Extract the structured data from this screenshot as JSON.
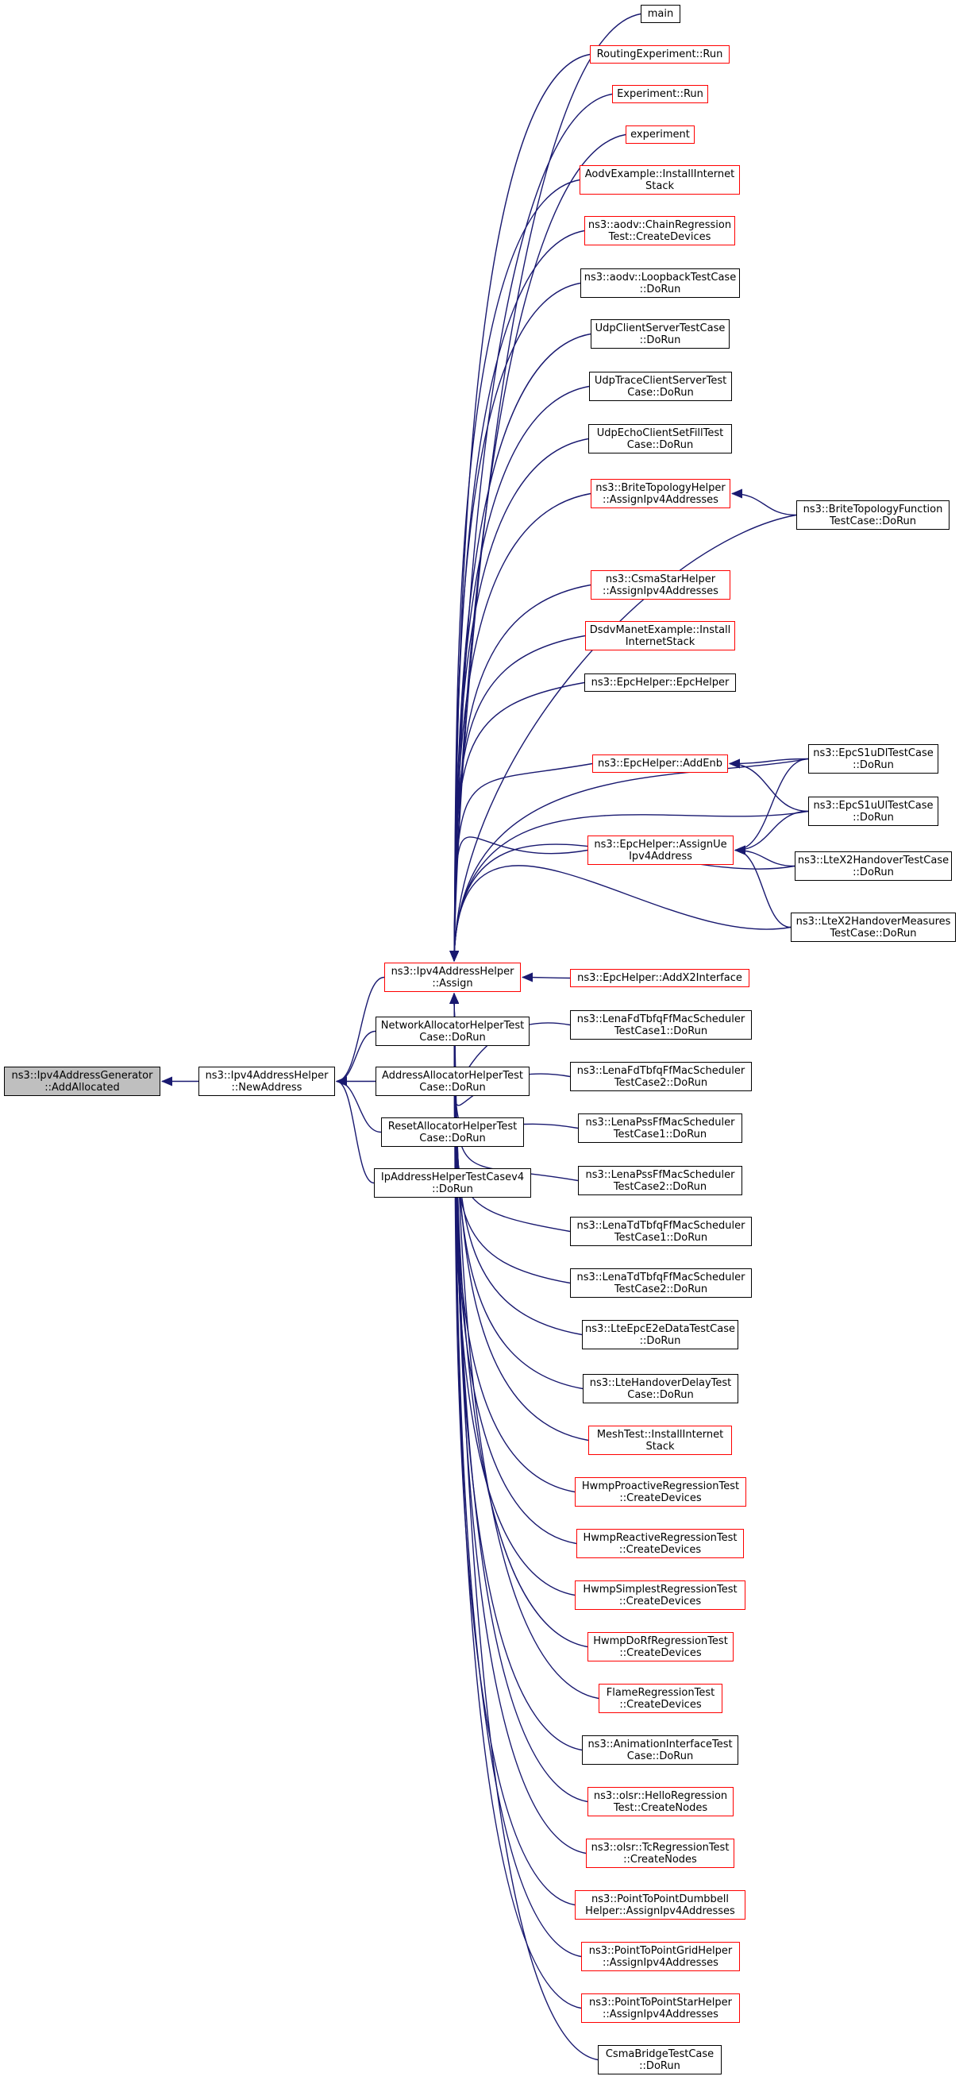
{
  "colors": {
    "edge": "#191970",
    "node_border": "#000000",
    "incomplete_border": "#ff0000",
    "focus_fill": "#bfbfbf",
    "background": "#ffffff"
  },
  "nodes": [
    {
      "id": "addalloc",
      "lines": [
        "ns3::Ipv4AddressGenerator",
        "::AddAllocated"
      ],
      "style": "focus"
    },
    {
      "id": "newaddress",
      "lines": [
        "ns3::Ipv4AddressHelper",
        "::NewAddress"
      ],
      "style": "black"
    },
    {
      "id": "assign",
      "lines": [
        "ns3::Ipv4AddressHelper",
        "::Assign"
      ],
      "style": "red"
    },
    {
      "id": "netalloc",
      "lines": [
        "NetworkAllocatorHelperTest",
        "Case::DoRun"
      ],
      "style": "black"
    },
    {
      "id": "addralloc",
      "lines": [
        "AddressAllocatorHelperTest",
        "Case::DoRun"
      ],
      "style": "black"
    },
    {
      "id": "resetalloc",
      "lines": [
        "ResetAllocatorHelperTest",
        "Case::DoRun"
      ],
      "style": "black"
    },
    {
      "id": "ipaddrv4",
      "lines": [
        "IpAddressHelperTestCasev4",
        "::DoRun"
      ],
      "style": "black"
    },
    {
      "id": "main",
      "lines": [
        "main"
      ],
      "style": "black"
    },
    {
      "id": "routingexp",
      "lines": [
        "RoutingExperiment::Run"
      ],
      "style": "red"
    },
    {
      "id": "expdun",
      "lines": [
        "Experiment::Run"
      ],
      "style": "red"
    },
    {
      "id": "experiment",
      "lines": [
        "experiment"
      ],
      "style": "red"
    },
    {
      "id": "aodvex",
      "lines": [
        "AodvExample::InstallInternet",
        "Stack"
      ],
      "style": "red"
    },
    {
      "id": "aodvchain",
      "lines": [
        "ns3::aodv::ChainRegression",
        "Test::CreateDevices"
      ],
      "style": "red"
    },
    {
      "id": "aodvloop",
      "lines": [
        "ns3::aodv::LoopbackTestCase",
        "::DoRun"
      ],
      "style": "black"
    },
    {
      "id": "udpcs",
      "lines": [
        "UdpClientServerTestCase",
        "::DoRun"
      ],
      "style": "black"
    },
    {
      "id": "udptrace",
      "lines": [
        "UdpTraceClientServerTest",
        "Case::DoRun"
      ],
      "style": "black"
    },
    {
      "id": "udpecho",
      "lines": [
        "UdpEchoClientSetFillTest",
        "Case::DoRun"
      ],
      "style": "black"
    },
    {
      "id": "britehelper",
      "lines": [
        "ns3::BriteTopologyHelper",
        "::AssignIpv4Addresses"
      ],
      "style": "red"
    },
    {
      "id": "britefunc",
      "lines": [
        "ns3::BriteTopologyFunction",
        "TestCase::DoRun"
      ],
      "style": "black"
    },
    {
      "id": "csmastar",
      "lines": [
        "ns3::CsmaStarHelper",
        "::AssignIpv4Addresses"
      ],
      "style": "red"
    },
    {
      "id": "dsdv",
      "lines": [
        "DsdvManetExample::Install",
        "InternetStack"
      ],
      "style": "red"
    },
    {
      "id": "epchelper",
      "lines": [
        "ns3::EpcHelper::EpcHelper"
      ],
      "style": "black"
    },
    {
      "id": "addenb",
      "lines": [
        "ns3::EpcHelper::AddEnb"
      ],
      "style": "red"
    },
    {
      "id": "epcdl",
      "lines": [
        "ns3::EpcS1uDlTestCase",
        "::DoRun"
      ],
      "style": "black"
    },
    {
      "id": "epcul",
      "lines": [
        "ns3::EpcS1uUlTestCase",
        "::DoRun"
      ],
      "style": "black"
    },
    {
      "id": "assignue",
      "lines": [
        "ns3::EpcHelper::AssignUe",
        "Ipv4Address"
      ],
      "style": "red"
    },
    {
      "id": "ltex2",
      "lines": [
        "ns3::LteX2HandoverTestCase",
        "::DoRun"
      ],
      "style": "black"
    },
    {
      "id": "ltex2meas",
      "lines": [
        "ns3::LteX2HandoverMeasures",
        "TestCase::DoRun"
      ],
      "style": "black"
    },
    {
      "id": "addx2",
      "lines": [
        "ns3::EpcHelper::AddX2Interface"
      ],
      "style": "red"
    },
    {
      "id": "fdtbfq1",
      "lines": [
        "ns3::LenaFdTbfqFfMacScheduler",
        "TestCase1::DoRun"
      ],
      "style": "black"
    },
    {
      "id": "fdtbfq2",
      "lines": [
        "ns3::LenaFdTbfqFfMacScheduler",
        "TestCase2::DoRun"
      ],
      "style": "black"
    },
    {
      "id": "pss1",
      "lines": [
        "ns3::LenaPssFfMacScheduler",
        "TestCase1::DoRun"
      ],
      "style": "black"
    },
    {
      "id": "pss2",
      "lines": [
        "ns3::LenaPssFfMacScheduler",
        "TestCase2::DoRun"
      ],
      "style": "black"
    },
    {
      "id": "tdtbfq1",
      "lines": [
        "ns3::LenaTdTbfqFfMacScheduler",
        "TestCase1::DoRun"
      ],
      "style": "black"
    },
    {
      "id": "tdtbfq2",
      "lines": [
        "ns3::LenaTdTbfqFfMacScheduler",
        "TestCase2::DoRun"
      ],
      "style": "black"
    },
    {
      "id": "lteepc",
      "lines": [
        "ns3::LteEpcE2eDataTestCase",
        "::DoRun"
      ],
      "style": "black"
    },
    {
      "id": "ltehandover",
      "lines": [
        "ns3::LteHandoverDelayTest",
        "Case::DoRun"
      ],
      "style": "black"
    },
    {
      "id": "meshtest",
      "lines": [
        "MeshTest::InstallInternet",
        "Stack"
      ],
      "style": "red"
    },
    {
      "id": "hwmpproactive",
      "lines": [
        "HwmpProactiveRegressionTest",
        "::CreateDevices"
      ],
      "style": "red"
    },
    {
      "id": "hwmpreactive",
      "lines": [
        "HwmpReactiveRegressionTest",
        "::CreateDevices"
      ],
      "style": "red"
    },
    {
      "id": "hwmpsimplest",
      "lines": [
        "HwmpSimplestRegressionTest",
        "::CreateDevices"
      ],
      "style": "red"
    },
    {
      "id": "hwmpdorf",
      "lines": [
        "HwmpDoRfRegressionTest",
        "::CreateDevices"
      ],
      "style": "red"
    },
    {
      "id": "flame",
      "lines": [
        "FlameRegressionTest",
        "::CreateDevices"
      ],
      "style": "red"
    },
    {
      "id": "animation",
      "lines": [
        "ns3::AnimationInterfaceTest",
        "Case::DoRun"
      ],
      "style": "black"
    },
    {
      "id": "olsrhello",
      "lines": [
        "ns3::olsr::HelloRegression",
        "Test::CreateNodes"
      ],
      "style": "red"
    },
    {
      "id": "olsrtc",
      "lines": [
        "ns3::olsr::TcRegressionTest",
        "::CreateNodes"
      ],
      "style": "red"
    },
    {
      "id": "p2pdumbbell",
      "lines": [
        "ns3::PointToPointDumbbell",
        "Helper::AssignIpv4Addresses"
      ],
      "style": "red"
    },
    {
      "id": "p2pgrid",
      "lines": [
        "ns3::PointToPointGridHelper",
        "::AssignIpv4Addresses"
      ],
      "style": "red"
    },
    {
      "id": "p2pstar",
      "lines": [
        "ns3::PointToPointStarHelper",
        "::AssignIpv4Addresses"
      ],
      "style": "red"
    },
    {
      "id": "csmabridge",
      "lines": [
        "CsmaBridgeTestCase",
        "::DoRun"
      ],
      "style": "black"
    }
  ],
  "edges": [
    {
      "from": "newaddress",
      "to": "addalloc"
    },
    {
      "from": "assign",
      "to": "newaddress"
    },
    {
      "from": "netalloc",
      "to": "newaddress"
    },
    {
      "from": "addralloc",
      "to": "newaddress"
    },
    {
      "from": "resetalloc",
      "to": "newaddress"
    },
    {
      "from": "ipaddrv4",
      "to": "newaddress"
    },
    {
      "from": "main",
      "to": "assign"
    },
    {
      "from": "routingexp",
      "to": "assign"
    },
    {
      "from": "expdun",
      "to": "assign"
    },
    {
      "from": "experiment",
      "to": "assign"
    },
    {
      "from": "aodvex",
      "to": "assign"
    },
    {
      "from": "aodvchain",
      "to": "assign"
    },
    {
      "from": "aodvloop",
      "to": "assign"
    },
    {
      "from": "udpcs",
      "to": "assign"
    },
    {
      "from": "udptrace",
      "to": "assign"
    },
    {
      "from": "udpecho",
      "to": "assign"
    },
    {
      "from": "britehelper",
      "to": "assign"
    },
    {
      "from": "britefunc",
      "to": "assign"
    },
    {
      "from": "britefunc",
      "to": "britehelper"
    },
    {
      "from": "csmastar",
      "to": "assign"
    },
    {
      "from": "dsdv",
      "to": "assign"
    },
    {
      "from": "epchelper",
      "to": "assign"
    },
    {
      "from": "addenb",
      "to": "assign"
    },
    {
      "from": "epcdl",
      "to": "assign"
    },
    {
      "from": "epcdl",
      "to": "addenb"
    },
    {
      "from": "epcdl",
      "to": "assignue"
    },
    {
      "from": "epcul",
      "to": "addenb"
    },
    {
      "from": "epcul",
      "to": "assignue"
    },
    {
      "from": "epcul",
      "to": "assign"
    },
    {
      "from": "assignue",
      "to": "assign"
    },
    {
      "from": "ltex2",
      "to": "assignue"
    },
    {
      "from": "ltex2",
      "to": "assign"
    },
    {
      "from": "ltex2meas",
      "to": "assignue"
    },
    {
      "from": "ltex2meas",
      "to": "assign"
    },
    {
      "from": "addx2",
      "to": "assign"
    },
    {
      "from": "fdtbfq1",
      "to": "assign"
    },
    {
      "from": "fdtbfq2",
      "to": "assign"
    },
    {
      "from": "pss1",
      "to": "assign"
    },
    {
      "from": "pss2",
      "to": "assign"
    },
    {
      "from": "tdtbfq1",
      "to": "assign"
    },
    {
      "from": "tdtbfq2",
      "to": "assign"
    },
    {
      "from": "lteepc",
      "to": "assign"
    },
    {
      "from": "ltehandover",
      "to": "assign"
    },
    {
      "from": "meshtest",
      "to": "assign"
    },
    {
      "from": "hwmpproactive",
      "to": "assign"
    },
    {
      "from": "hwmpreactive",
      "to": "assign"
    },
    {
      "from": "hwmpsimplest",
      "to": "assign"
    },
    {
      "from": "hwmpdorf",
      "to": "assign"
    },
    {
      "from": "flame",
      "to": "assign"
    },
    {
      "from": "animation",
      "to": "assign"
    },
    {
      "from": "olsrhello",
      "to": "assign"
    },
    {
      "from": "olsrtc",
      "to": "assign"
    },
    {
      "from": "p2pdumbbell",
      "to": "assign"
    },
    {
      "from": "p2pgrid",
      "to": "assign"
    },
    {
      "from": "p2pstar",
      "to": "assign"
    },
    {
      "from": "csmabridge",
      "to": "assign"
    }
  ]
}
